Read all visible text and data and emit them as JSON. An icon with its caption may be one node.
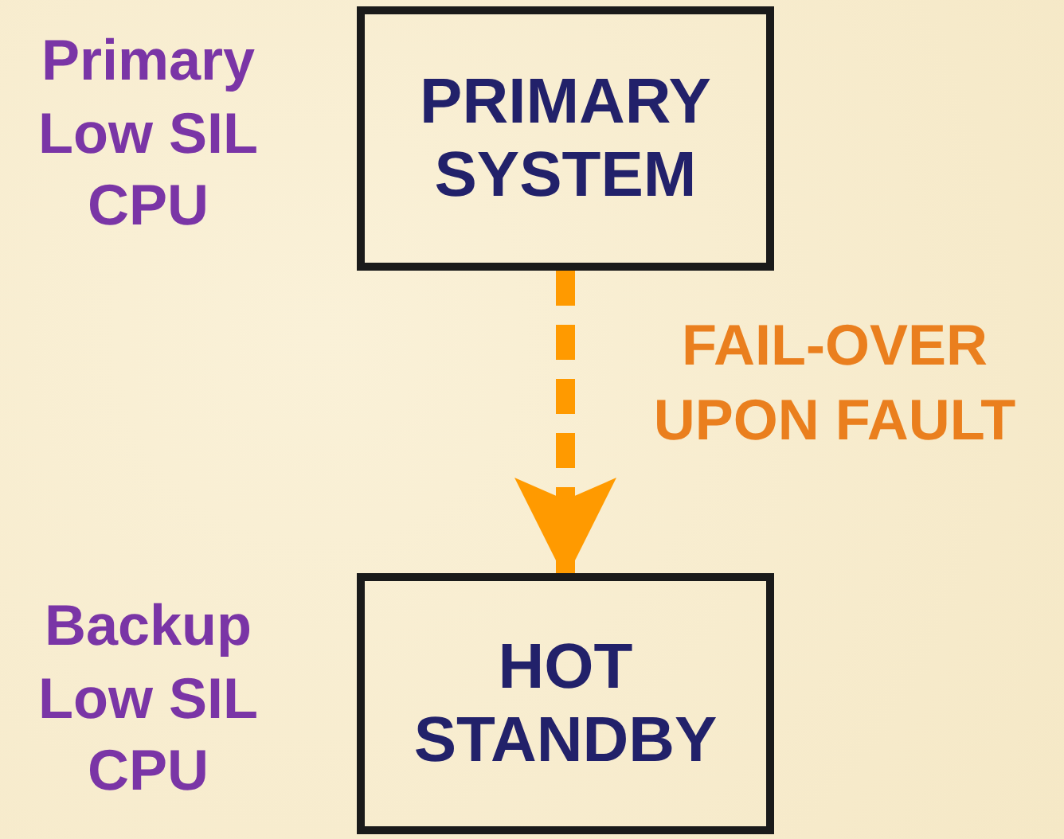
{
  "diagram": {
    "nodes": [
      {
        "text": [
          "PRIMARY SYSTEM"
        ],
        "beside": [
          "Primary Low SIL CPU"
        ]
      },
      {
        "text": [
          "HOT STANDBY"
        ],
        "beside": [
          "Backup Low SIL CPU"
        ]
      }
    ],
    "edges": [
      {
        "from": 0,
        "to": 1,
        "arrow": "to",
        "style": "dashed",
        "label": "FAIL-OVER UPON FAULT"
      }
    ]
  }
}
